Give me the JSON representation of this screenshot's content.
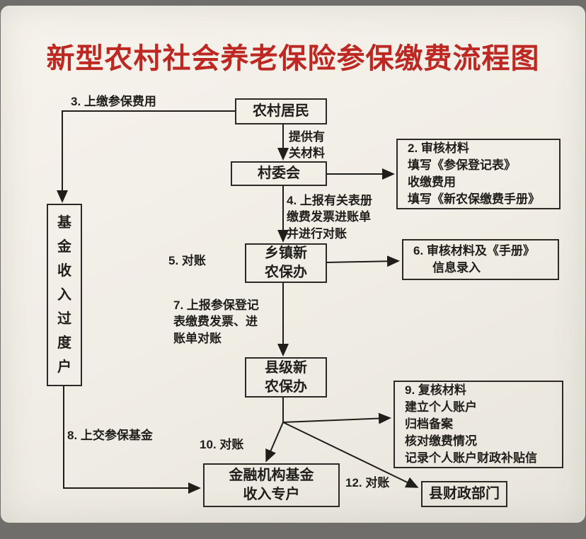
{
  "title": "新型农村社会养老保险参保缴费流程图",
  "nodes": {
    "rural_residents": {
      "label": "农村居民"
    },
    "village_committee": {
      "label": "村委会"
    },
    "audit_materials": {
      "lines": [
        "2. 审核材料",
        "填写《参保登记表》",
        "收缴费用",
        "填写《新农保缴费手册》"
      ]
    },
    "fund_transition_account": {
      "label": "基金收入过度户"
    },
    "township_office": {
      "lines": [
        "乡镇新",
        "农保办"
      ]
    },
    "audit_handbook": {
      "lines": [
        "6. 审核材料及《手册》",
        "信息录入"
      ]
    },
    "county_office": {
      "lines": [
        "县级新",
        "农保办"
      ]
    },
    "review_materials": {
      "lines": [
        "9. 复核材料",
        "建立个人账户",
        "归档备案",
        "核对缴费情况",
        "记录个人账户财政补贴信"
      ]
    },
    "financial_institution_account": {
      "lines": [
        "金融机构基金",
        "收入专户"
      ]
    },
    "county_finance_dept": {
      "label": "县财政部门"
    }
  },
  "edges": {
    "pay_fees": "3. 上缴参保费用",
    "provide_materials": {
      "lines": [
        "提供有",
        "关材料"
      ]
    },
    "report_forms": {
      "lines": [
        "4. 上报有关表册",
        "缴费发票进账单",
        "并进行对账"
      ]
    },
    "reconcile_5": "5. 对账",
    "report_registration": {
      "lines": [
        "7. 上报参保登记",
        "表缴费发票、进",
        "账单对账"
      ]
    },
    "submit_fund": "8. 上交参保基金",
    "reconcile_10": "10. 对账",
    "reconcile_12": "12. 对账"
  },
  "colors": {
    "title_red": "#be2823",
    "line_black": "#1f1e1a",
    "paper": "#f0ede5"
  }
}
